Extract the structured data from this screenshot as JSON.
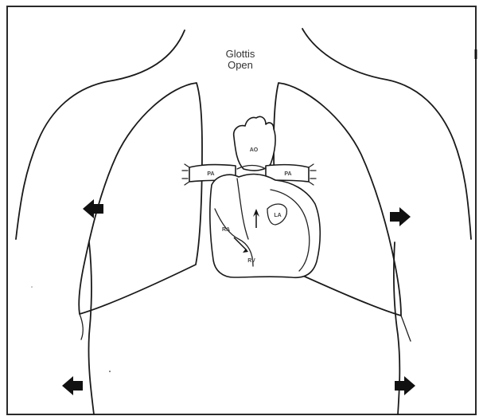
{
  "caption": {
    "line1": "Glottis",
    "line2": "Open"
  },
  "labels": {
    "aorta": "AO",
    "pa_left": "PA",
    "pa_right": "PA",
    "right_atrium": "RA",
    "right_ventricle": "RV",
    "left_atrium": "LA"
  },
  "colors": {
    "ink": "#1a1a1a",
    "background": "#ffffff"
  }
}
